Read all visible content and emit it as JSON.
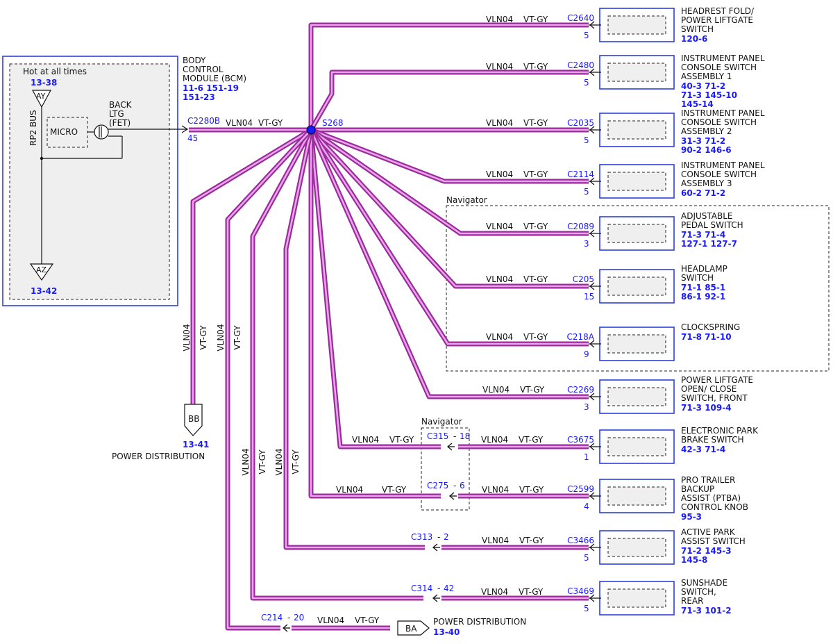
{
  "wire": {
    "circuit": "VLN04",
    "color": "VT-GY"
  },
  "splice": {
    "label": "S268"
  },
  "bcm": {
    "title": [
      "BODY",
      "CONTROL",
      "MODULE (BCM)"
    ],
    "refs": [
      "11-6  151-19",
      "151-23"
    ],
    "hot_label": "Hot at all times",
    "hot_ref": "13-38",
    "bus_label": "RP2 BUS",
    "micro_label": "MICRO",
    "fet_label": [
      "BACK",
      "LTG",
      "(FET)"
    ],
    "ay_label": "AY",
    "az_label": "AZ",
    "az_ref": "13-42",
    "connector": "C2280B",
    "pin": "45"
  },
  "navigator_label": "Navigator",
  "components": [
    {
      "connector": "C2640",
      "pin": "5",
      "name": [
        "HEADREST FOLD/",
        "POWER LIFTGATE",
        "SWITCH"
      ],
      "refs": [
        "120-6"
      ]
    },
    {
      "connector": "C2480",
      "pin": "5",
      "name": [
        "INSTRUMENT PANEL",
        "CONSOLE SWITCH",
        "ASSEMBLY 1"
      ],
      "refs": [
        "40-3   71-2",
        "71-3   145-10",
        "145-14"
      ]
    },
    {
      "connector": "C2035",
      "pin": "5",
      "name": [
        "INSTRUMENT PANEL",
        "CONSOLE SWITCH",
        "ASSEMBLY 2"
      ],
      "refs": [
        "31-3   71-2",
        "90-2   146-6"
      ]
    },
    {
      "connector": "C2114",
      "pin": "5",
      "name": [
        "INSTRUMENT PANEL",
        "CONSOLE SWITCH",
        "ASSEMBLY 3"
      ],
      "refs": [
        "60-2   71-2"
      ]
    },
    {
      "connector": "C2089",
      "pin": "3",
      "name": [
        "ADJUSTABLE",
        "PEDAL SWITCH"
      ],
      "refs": [
        "71-3   71-4",
        "127-1  127-7"
      ]
    },
    {
      "connector": "C205",
      "pin": "15",
      "name": [
        "HEADLAMP",
        "SWITCH"
      ],
      "refs": [
        "71-1   85-1",
        "86-1   92-1"
      ]
    },
    {
      "connector": "C218A",
      "pin": "9",
      "name": [
        "CLOCKSPRING"
      ],
      "refs": [
        "71-8   71-10"
      ]
    },
    {
      "connector": "C2269",
      "pin": "3",
      "name": [
        "POWER LIFTGATE",
        "OPEN/ CLOSE",
        "SWITCH, FRONT"
      ],
      "refs": [
        "71-3   109-4"
      ]
    },
    {
      "connector": "C3675",
      "pin": "1",
      "name": [
        "ELECTRONIC PARK",
        "BRAKE SWITCH"
      ],
      "refs": [
        "42-3   71-4"
      ]
    },
    {
      "connector": "C2599",
      "pin": "4",
      "name": [
        "PRO TRAILER",
        "BACKUP",
        "ASSIST (PTBA)",
        "CONTROL KNOB"
      ],
      "refs": [
        "95-3"
      ]
    },
    {
      "connector": "C3466",
      "pin": "5",
      "name": [
        "ACTIVE PARK",
        "ASSIST SWITCH"
      ],
      "refs": [
        "71-2   145-3",
        "145-8"
      ]
    },
    {
      "connector": "C3469",
      "pin": "5",
      "name": [
        "SUNSHADE",
        "SWITCH,",
        "REAR"
      ],
      "refs": [
        "71-3   101-2"
      ]
    }
  ],
  "inline_connectors": [
    {
      "name": "C315",
      "pin": "18"
    },
    {
      "name": "C275",
      "pin": "6"
    },
    {
      "name": "C313",
      "pin": "2"
    },
    {
      "name": "C314",
      "pin": "42"
    },
    {
      "name": "C214",
      "pin": "20"
    }
  ],
  "offpage": [
    {
      "label": "BB",
      "ref": "13-41",
      "text": "POWER DISTRIBUTION"
    },
    {
      "label": "BA",
      "ref": "13-40",
      "text": "POWER DISTRIBUTION"
    }
  ],
  "colors": {
    "wire_outer": "#9c2a9c",
    "wire_inner": "#e7a6ea",
    "accent_blue": "#1a1aff",
    "box_blue": "#2e3fd6"
  }
}
